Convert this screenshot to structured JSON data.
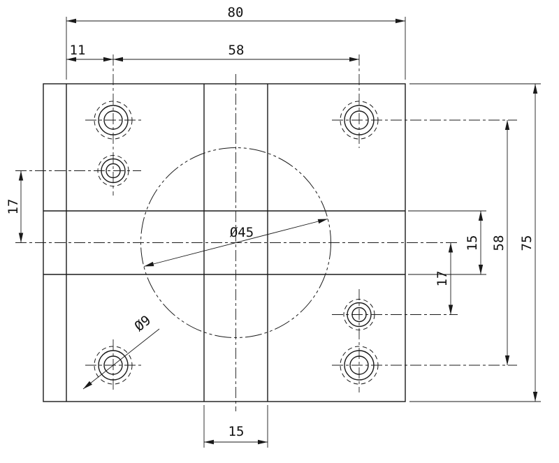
{
  "drawing": {
    "background": "#ffffff",
    "line_color": "#1a1a1a",
    "dim_labels": {
      "overall_width": "80",
      "edge_to_first_hole": "11",
      "hole_span_horizontal": "58",
      "left_center_offset": "17",
      "overall_height": "75",
      "hole_span_vertical": "58",
      "slot_height": "15",
      "right_center_offset": "17",
      "slot_width": "15",
      "center_bore_diameter": "Ø45",
      "corner_hole_diameter": "Ø9"
    }
  }
}
